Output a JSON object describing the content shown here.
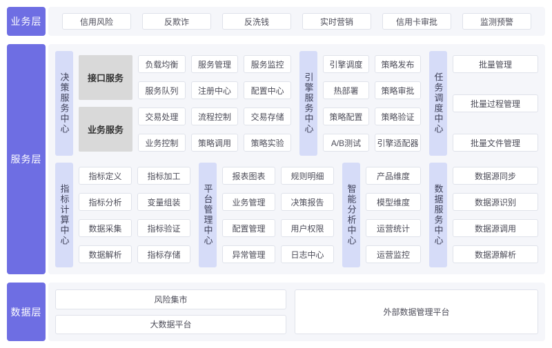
{
  "business": {
    "label": "业务层",
    "items": [
      "信用风险",
      "反欺诈",
      "反洗钱",
      "实时营销",
      "信用卡审批",
      "监测预警"
    ]
  },
  "service": {
    "label": "服务层",
    "decision": {
      "label": "决策服务中心",
      "groups": [
        "接口服务",
        "业务服务"
      ],
      "items": [
        "负载均衡",
        "服务管理",
        "服务监控",
        "服务队列",
        "注册中心",
        "配置中心",
        "交易处理",
        "流程控制",
        "交易存储",
        "业务控制",
        "策略调用",
        "策略实验"
      ]
    },
    "engine": {
      "label": "引擎服务中心",
      "items": [
        "引擎调度",
        "策略发布",
        "热部署",
        "策略审批",
        "策略配置",
        "策略验证",
        "A/B测试",
        "引擎适配器"
      ]
    },
    "task": {
      "label": "任务调度中心",
      "items": [
        "批量管理",
        "批量过程管理",
        "批量文件管理"
      ]
    },
    "indicator": {
      "label": "指标计算中心",
      "items": [
        "指标定义",
        "指标加工",
        "指标分析",
        "变量组装",
        "数据采集",
        "指标验证",
        "数据解析",
        "指标存储"
      ]
    },
    "platform": {
      "label": "平台管理中心",
      "items": [
        "报表图表",
        "规则明细",
        "业务管理",
        "决策报告",
        "配置管理",
        "用户权限",
        "异常管理",
        "日志中心"
      ]
    },
    "analysis": {
      "label": "智能分析中心",
      "items": [
        "产品维度",
        "模型维度",
        "运营统计",
        "运营监控"
      ]
    },
    "datasvc": {
      "label": "数据服务中心",
      "items": [
        "数据源同步",
        "数据源识别",
        "数据源调用",
        "数据源解析"
      ]
    }
  },
  "data": {
    "label": "数据层",
    "left_items": [
      "风险集市",
      "大数据平台"
    ],
    "right_item": "外部数据管理平台"
  },
  "colors": {
    "layer_tab_bg": "#6e6ee3",
    "center_strip_bg": "#d6dcf8",
    "panel_bg": "#f5f6fa",
    "group_box_bg": "#d9d9d9",
    "box_border": "#dfe2ea"
  }
}
